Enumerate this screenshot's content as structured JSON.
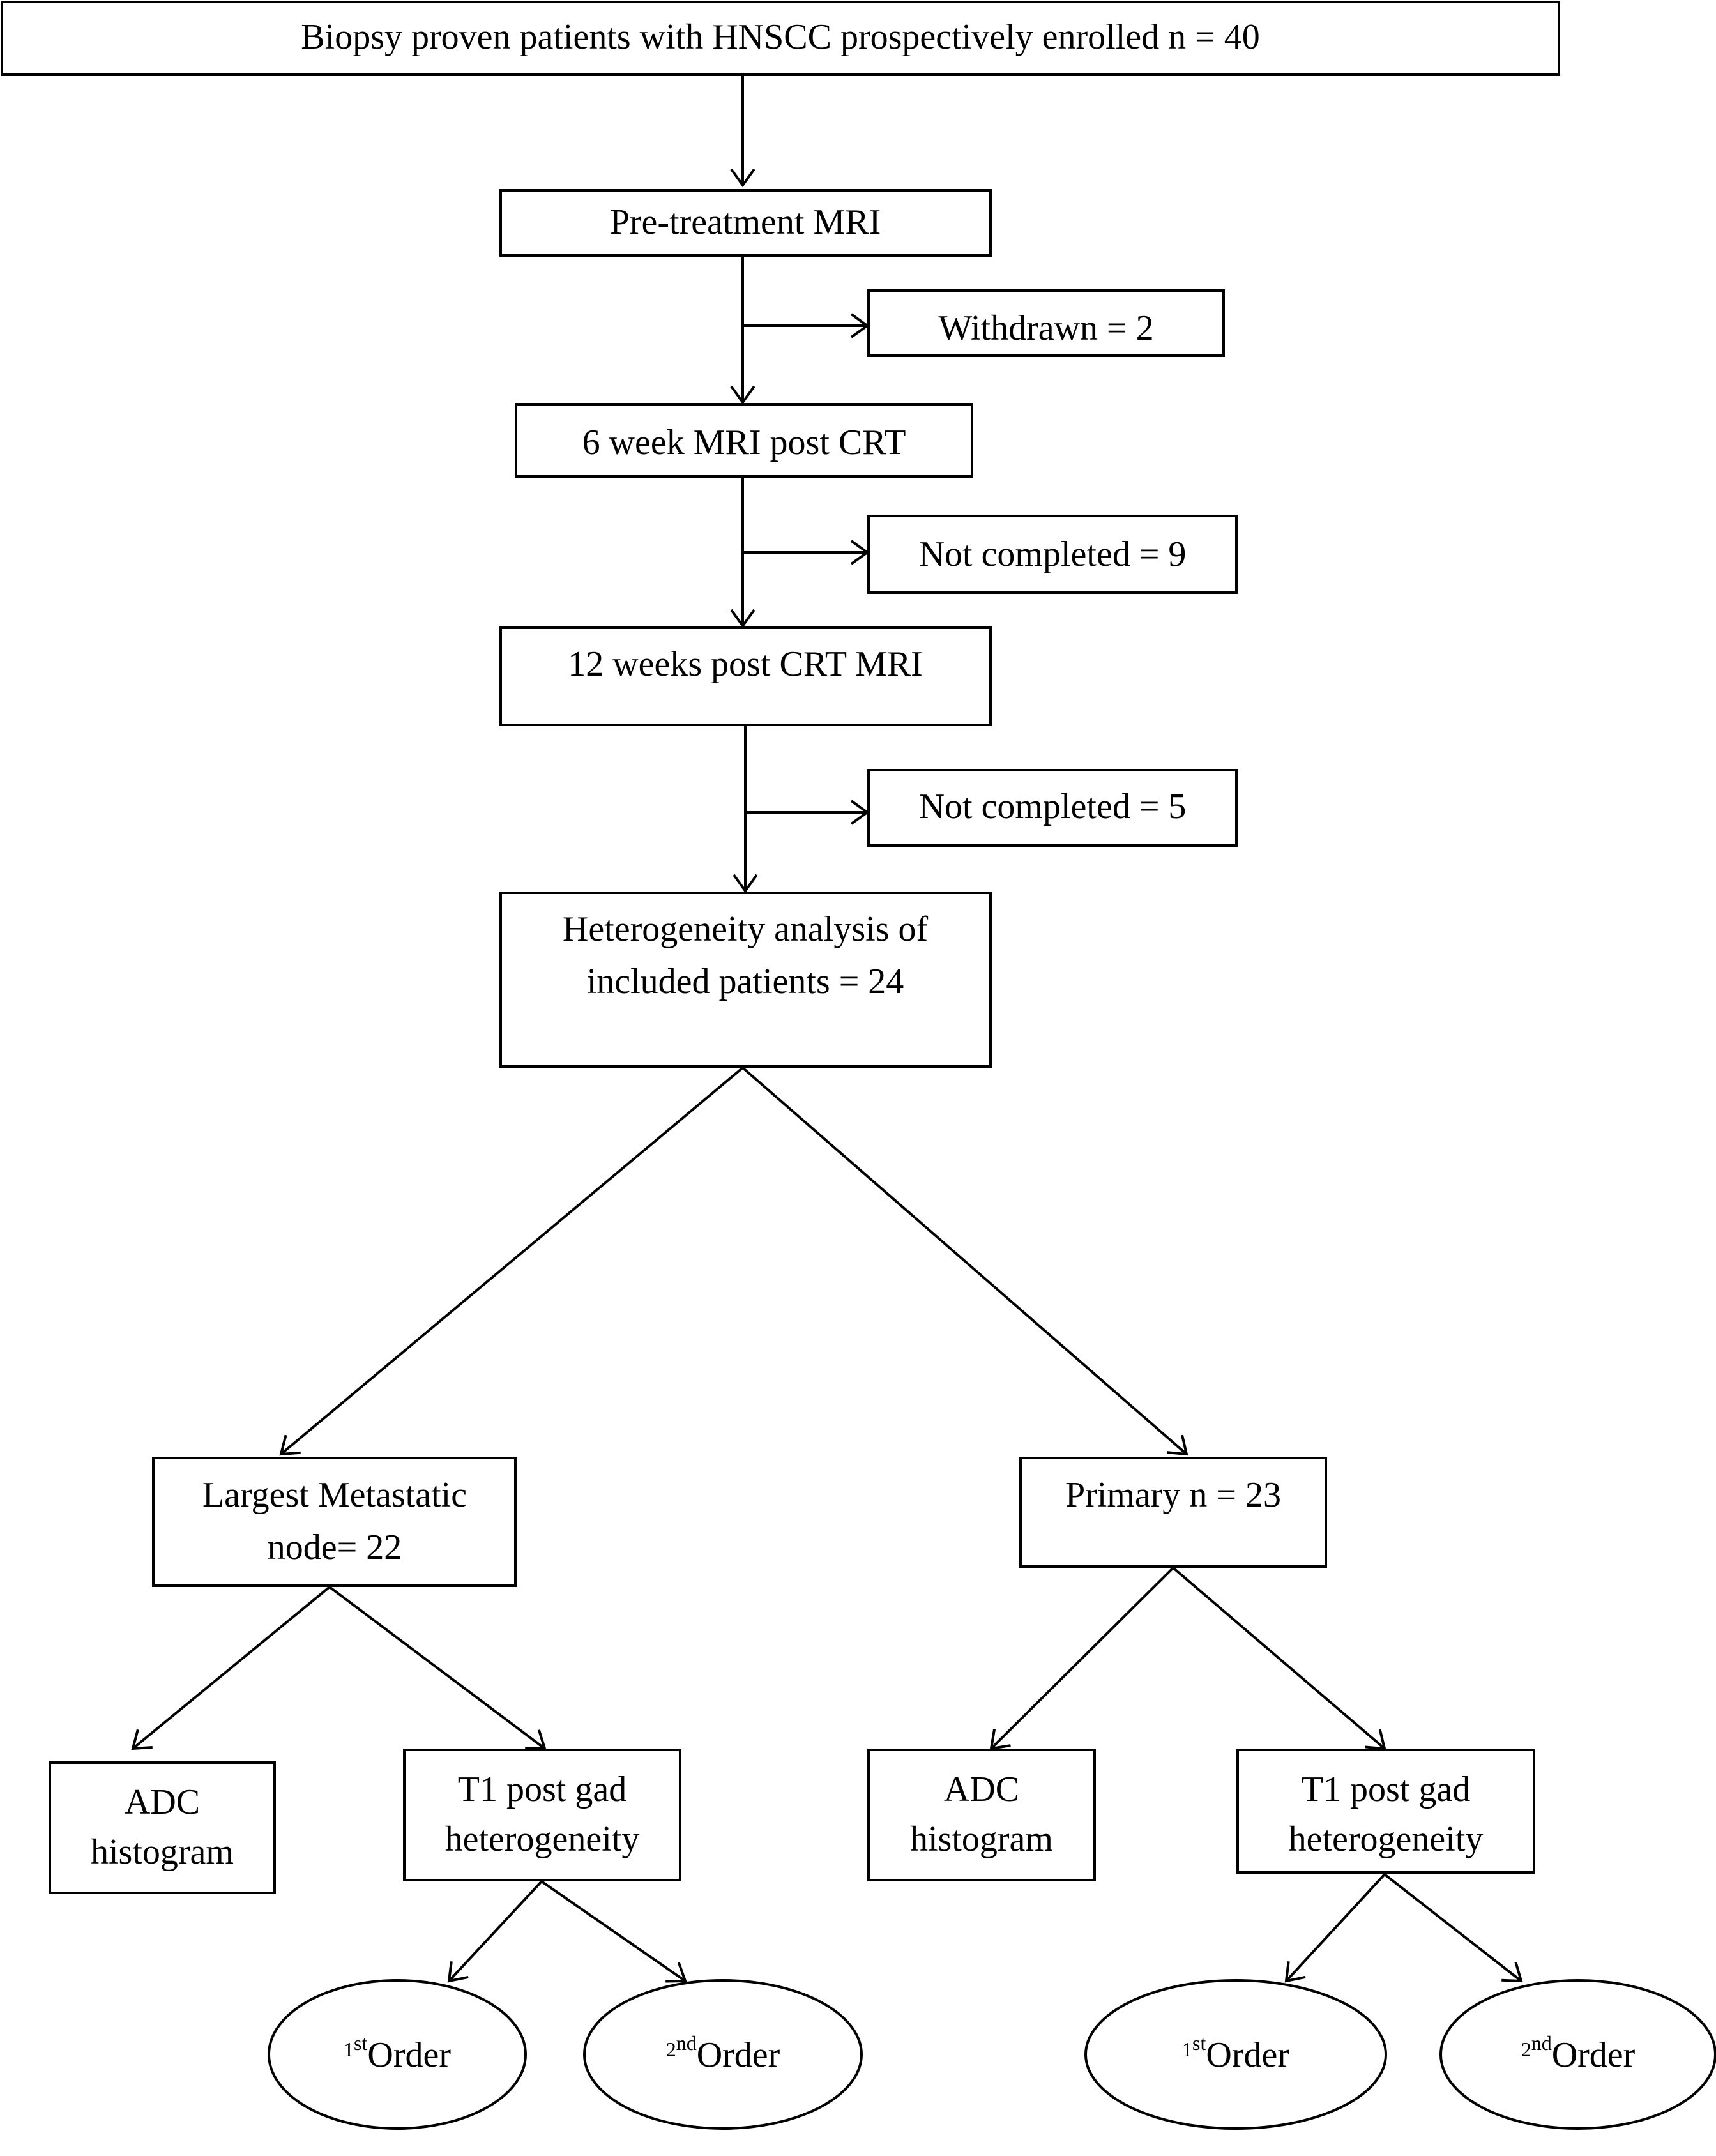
{
  "colors": {
    "line": "#000000",
    "background": "#ffffff"
  },
  "nodes": {
    "enrolled": "Biopsy proven patients with HNSCC prospectively enrolled n = 40",
    "pretreatment_mri": "Pre-treatment MRI",
    "withdrawn": "Withdrawn = 2",
    "mri_6week": "6 week MRI post CRT",
    "not_completed_6week": "Not completed = 9",
    "mri_12week": "12 weeks post CRT MRI",
    "not_completed_12week": "Not completed = 5",
    "heterogeneity_analysis": [
      "Heterogeneity analysis of",
      "included patients = 24"
    ],
    "largest_node": [
      "Largest Metastatic",
      "node= 22"
    ],
    "primary": "Primary n = 23",
    "node_adc": [
      "ADC",
      "histogram"
    ],
    "node_t1": [
      "T1 post gad",
      "heterogeneity"
    ],
    "primary_adc": [
      "ADC",
      "histogram"
    ],
    "primary_t1": [
      "T1 post gad",
      "heterogeneity"
    ],
    "node_first_order": {
      "num": "1",
      "sup": "st",
      "word": "Order"
    },
    "node_second_order": {
      "num": "2",
      "sup": "nd",
      "word": "Order"
    },
    "primary_first_order": {
      "num": "1",
      "sup": "st",
      "word": "Order"
    },
    "primary_second_order": {
      "num": "2",
      "sup": "nd",
      "word": "Order"
    }
  }
}
